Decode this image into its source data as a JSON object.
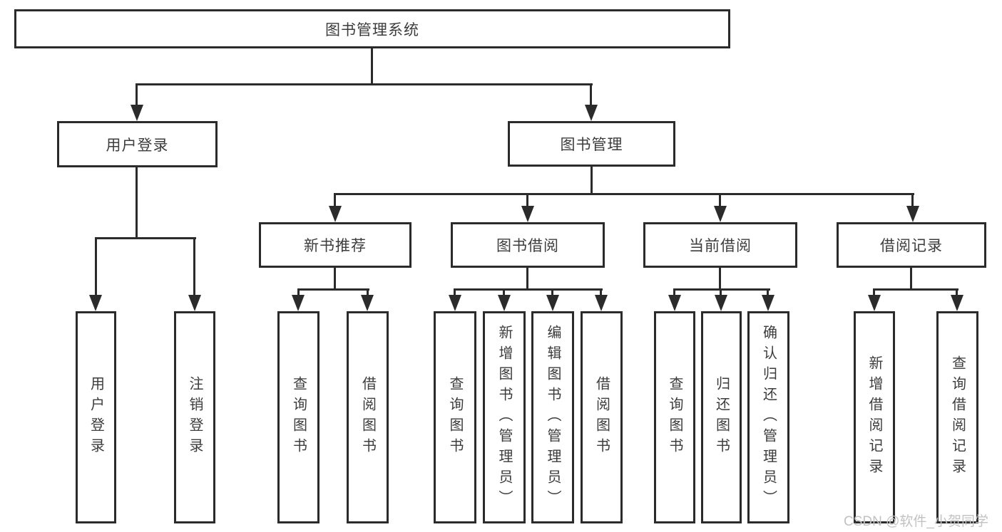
{
  "nodes": {
    "root": {
      "label": "图书管理系统"
    },
    "level2": {
      "user_login": {
        "label": "用户登录"
      },
      "book_management": {
        "label": "图书管理"
      }
    },
    "level3": {
      "new_book_recommend": {
        "label": "新书推荐"
      },
      "book_borrowing": {
        "label": "图书借阅"
      },
      "current_borrowing": {
        "label": "当前借阅"
      },
      "borrowing_records": {
        "label": "借阅记录"
      }
    },
    "leaves": {
      "user_login": {
        "label": "用户登录"
      },
      "logout": {
        "label": "注销登录"
      },
      "query_books_recommend": {
        "label": "查询图书"
      },
      "borrow_books_recommend": {
        "label": "借阅图书"
      },
      "query_books_borrowing": {
        "label": "查询图书"
      },
      "add_books_admin": {
        "label": "新增图书（管理员）"
      },
      "edit_books_admin": {
        "label": "编辑图书（管理员）"
      },
      "borrow_books_borrowing": {
        "label": "借阅图书"
      },
      "query_books_current": {
        "label": "查询图书"
      },
      "return_books": {
        "label": "归还图书"
      },
      "confirm_return_admin": {
        "label": "确认归还（管理员）"
      },
      "add_borrow_record": {
        "label": "新增借阅记录"
      },
      "query_borrow_record": {
        "label": "查询借阅记录"
      }
    }
  },
  "watermark": {
    "text": "CSDN @软件_小贺同学"
  },
  "colors": {
    "line": "#2b2b2b",
    "text": "#3c3c3c",
    "box_background": "#ffffff",
    "watermark": "#c2c2c2",
    "background": "#ffffff"
  }
}
